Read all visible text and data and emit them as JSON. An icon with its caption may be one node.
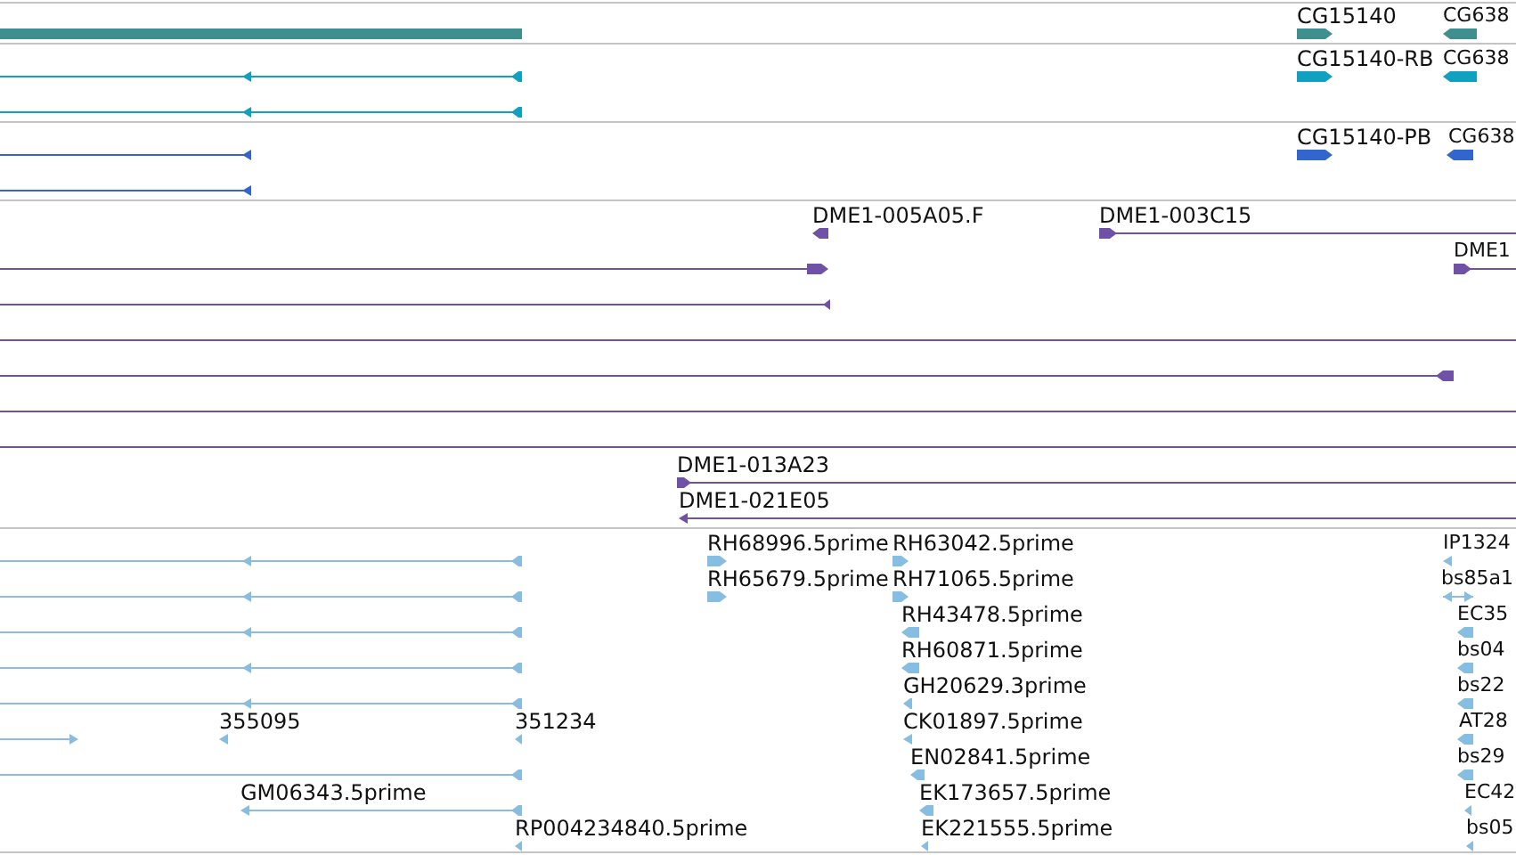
{
  "diagram": {
    "labels": [
      "CG15140",
      "CG638",
      "CG15140-RB",
      "CG638",
      "CG15140-PB",
      "CG638",
      "DME1-005A05.F",
      "DME1-003C15",
      "DME1",
      "DME1-013A23",
      "DME1-021E05",
      "RH68996.5prime",
      "RH63042.5prime",
      "IP1324",
      "RH65679.5prime",
      "RH71065.5prime",
      "bs85a1",
      "RH43478.5prime",
      "EC35",
      "RH60871.5prime",
      "bs04",
      "GH20629.3prime",
      "bs22",
      "355095",
      "351234",
      "CK01897.5prime",
      "AT28",
      "EN02841.5prime",
      "bs29",
      "GM06343.5prime",
      "EK173657.5prime",
      "EC42",
      "RP004234840.5prime",
      "EK221555.5prime",
      "bs05"
    ]
  }
}
